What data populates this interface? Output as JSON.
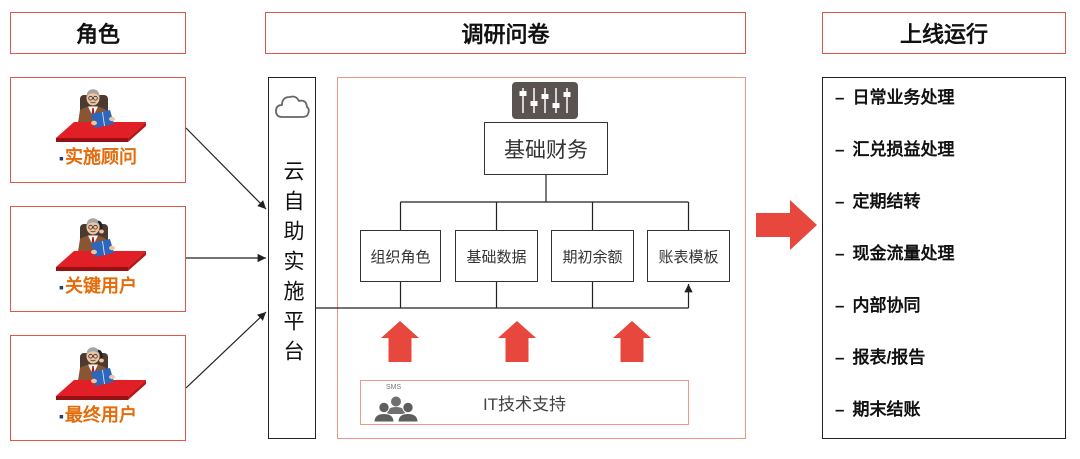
{
  "headers": {
    "roles": "角色",
    "survey": "调研问卷",
    "golive": "上线运行"
  },
  "roles": [
    {
      "bullet": "▪",
      "label": "实施顾问",
      "icon": "person-reading-at-desk-icon"
    },
    {
      "bullet": "▪",
      "label": "关键用户",
      "icon": "person-on-phone-at-desk-icon"
    },
    {
      "bullet": "▪",
      "label": "最终用户",
      "icon": "person-on-phone-at-desk-icon"
    }
  ],
  "platform": {
    "label": "云自助实施平台",
    "icon": "cloud-icon"
  },
  "survey": {
    "icon": "mixer-sliders-icon",
    "root": "基础财务",
    "modules": [
      "组织角色",
      "基础数据",
      "期初余额",
      "账表模板"
    ],
    "support": {
      "label": "IT技术支持",
      "icon": "people-group-icon",
      "icon_caption": "SMS"
    }
  },
  "golive": {
    "dash": "–",
    "items": [
      "日常业务处理",
      "汇兑损益处理",
      "定期结转",
      "现金流量处理",
      "内部协同",
      "报表/报告",
      "期末结账"
    ]
  },
  "colors": {
    "accent_red": "#e8473d",
    "header_border": "#e2564a",
    "box_border": "#ef958a",
    "role_label": "#e46c0a",
    "bullet": "#1f3d7a",
    "icon_dark": "#5b5252"
  }
}
